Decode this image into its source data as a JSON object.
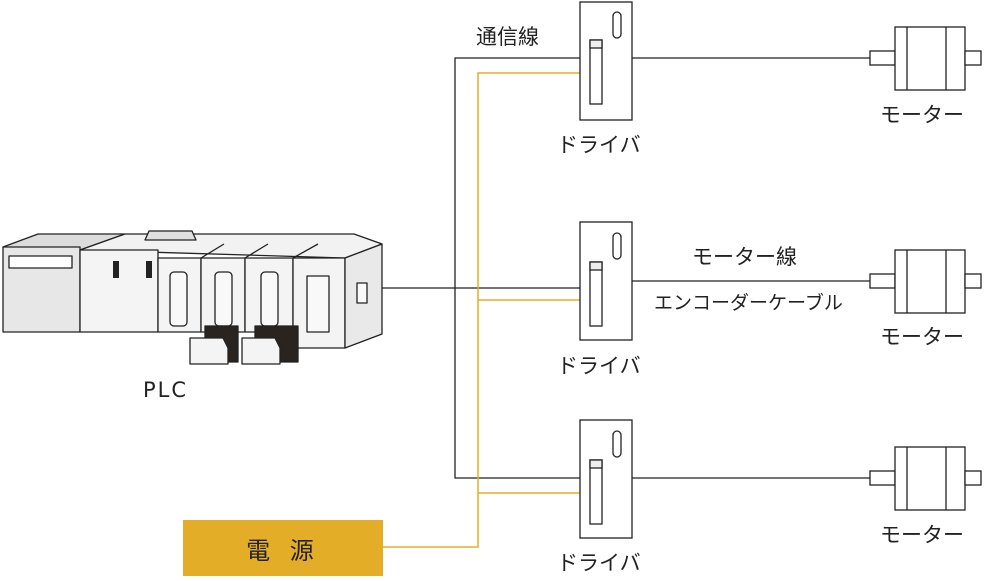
{
  "labels": {
    "plc": "PLC",
    "comm_line": "通信線",
    "power": "電 源",
    "motor_line": "モーター線",
    "encoder_cable": "エンコーダーケーブル"
  },
  "drivers": [
    {
      "label": "ドライバ"
    },
    {
      "label": "ドライバ"
    },
    {
      "label": "ドライバ"
    }
  ],
  "motors": [
    {
      "label": "モーター"
    },
    {
      "label": "モーター"
    },
    {
      "label": "モーター"
    }
  ],
  "colors": {
    "power_fill": "#e4ad28",
    "power_wire": "#e4ad28",
    "line": "#222222",
    "plc_dark": "#e7e7e7",
    "plc_light": "#f4f4f4",
    "terminal": "#2a2420"
  }
}
